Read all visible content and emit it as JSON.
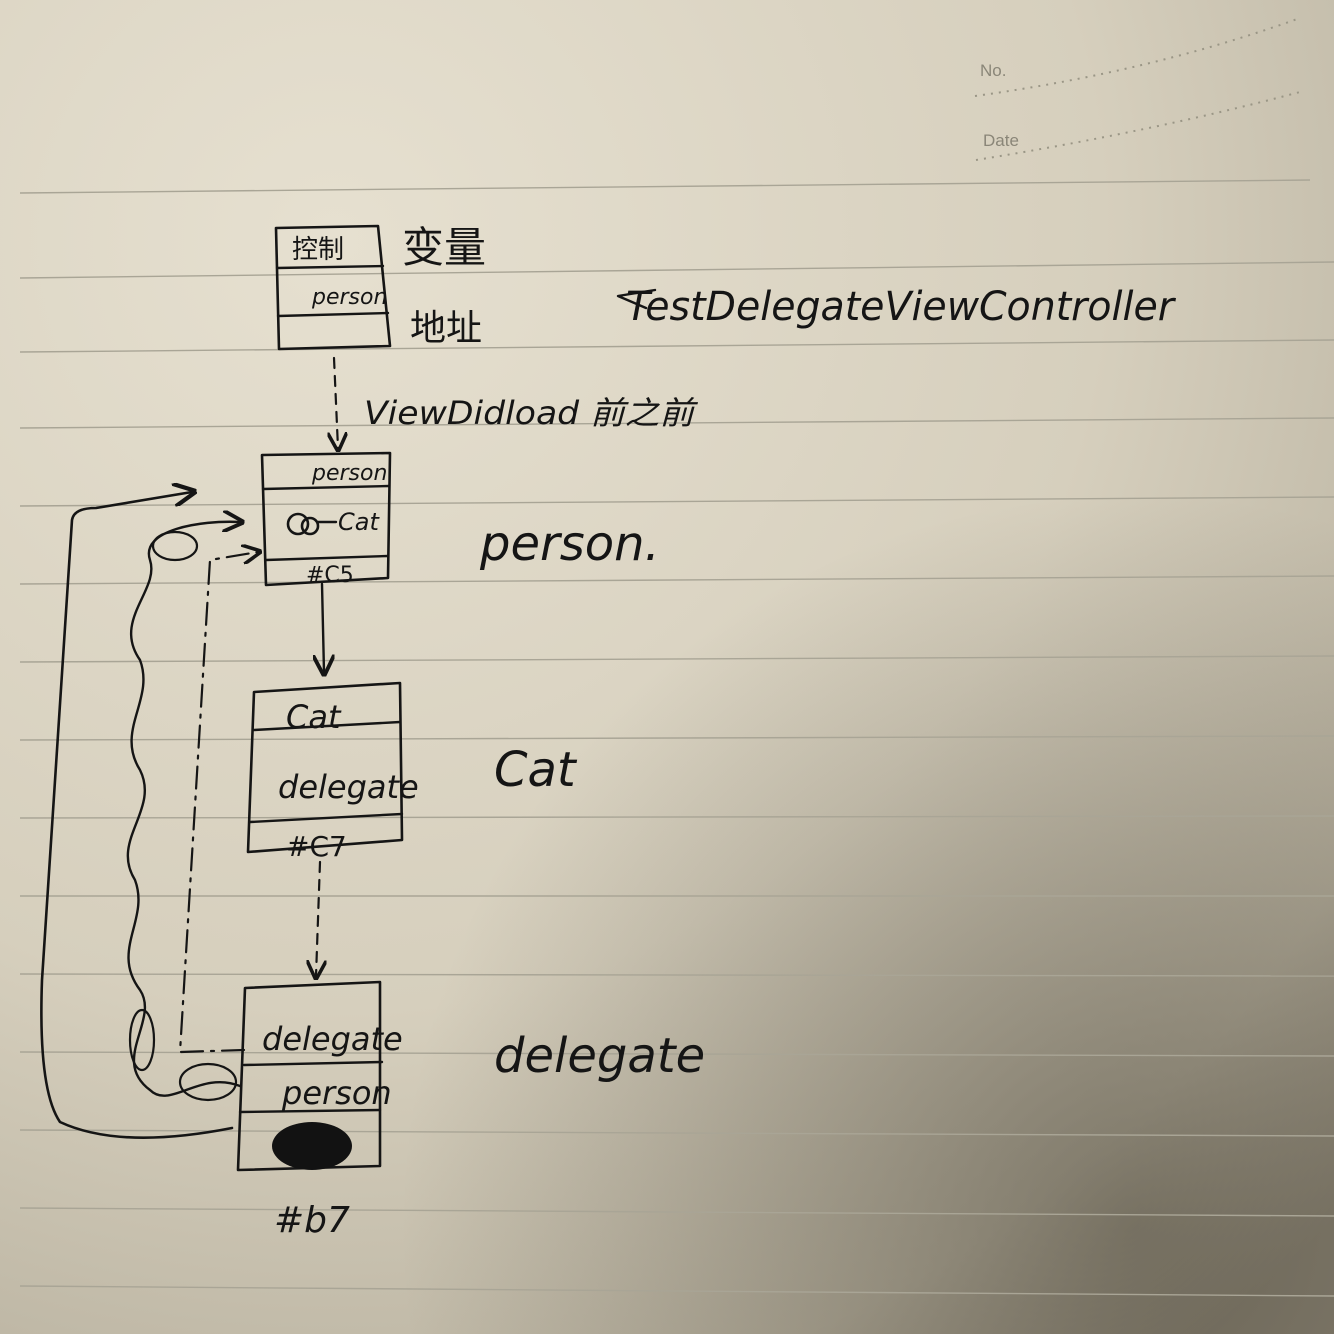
{
  "header": {
    "no_label": "No.",
    "date_label": "Date"
  },
  "top_block": {
    "rows": [
      "控制",
      "person",
      ""
    ],
    "side_label": "变量"
  },
  "address_note": "地址",
  "controller_label": "TestDelegateViewController",
  "viewdidload_note": "ViewDidload 前之前",
  "person_block": {
    "rows": [
      "person",
      "Cat",
      "#C5"
    ]
  },
  "person_label": "person.",
  "cat_block": {
    "rows": [
      "Cat",
      "delegate",
      "#C7"
    ]
  },
  "cat_label": "Cat",
  "delegate_block": {
    "rows": [
      "delegate",
      "person",
      ""
    ],
    "address": "#b7"
  },
  "delegate_label": "delegate",
  "colors": {
    "paper": "#dcd5c4",
    "ink": "#151515",
    "rule": "#a9a596"
  }
}
